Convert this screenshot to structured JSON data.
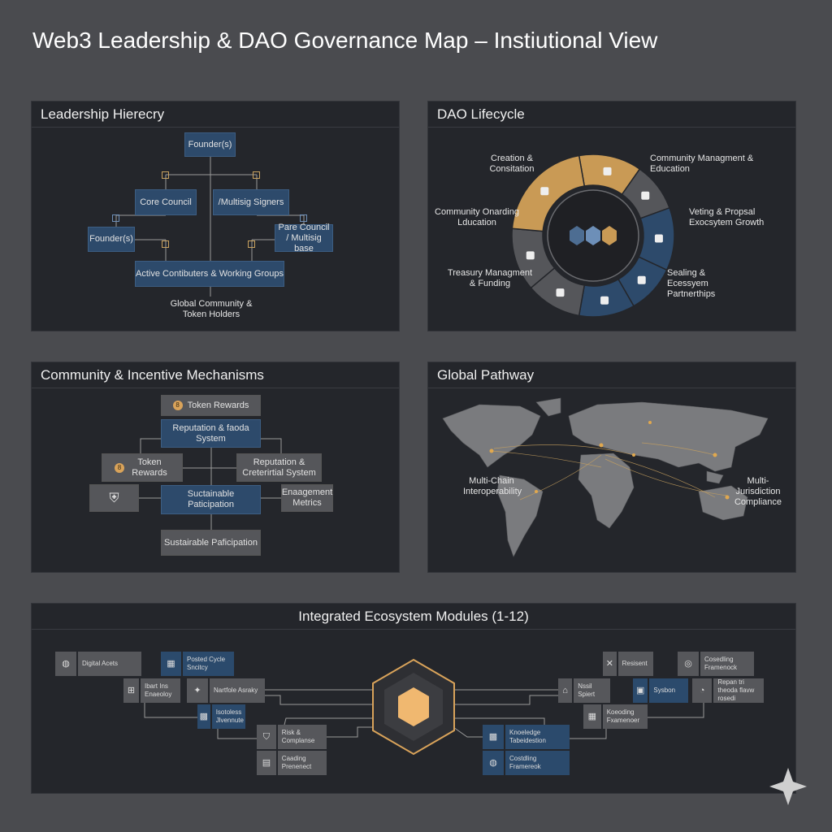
{
  "title": "Web3 Leadership & DAO Governance Map – Instiutional View",
  "leadership": {
    "title": "Leadership Hierecry",
    "founder_top": "Founder(s)",
    "core_council": "Core Council",
    "multisig": "/Multisig Signers",
    "founder_left": "Founder(s)",
    "pare_council": "Pare Council / Multisig base",
    "active": "Active Contibuters & Working Groups",
    "global": "Global Community & Token Holders"
  },
  "lifecycle": {
    "title": "DAO Lifecycle",
    "labels": [
      "Creation & Consitation",
      "Community Managment & Education",
      "Community Onarding Lducation",
      "Veting & Propsal Exocsytem Growth",
      "Treasury Managment & Funding",
      "Sealing & Ecessyem Partnerthips"
    ]
  },
  "incentives": {
    "title": "Community & Incentive Mechanisms",
    "token_rewards_top": "Token Rewards",
    "reputation_top": "Reputation & faoda System",
    "token_rewards_left": "Token Rewards",
    "reputation_right": "Reputation & Creterirtial System",
    "sustainable_mid": "Suctainable Paticipation",
    "engagement": "Enaagement Metrics",
    "sustainable_bottom": "Sustairable Paficipation",
    "coin_symbol": "8"
  },
  "pathway": {
    "title": "Global Pathway",
    "left_label": "Multi-Chain Interoperability",
    "right_label": "Multi-Jurisdiction Compliance"
  },
  "modules": {
    "title": "Integrated Ecosystem Modules (1-12)",
    "items": [
      "Digital Acets",
      "Posted Cycle Sncitcy",
      "Ibart Ins Enaeoloy",
      "Nartfole Asraky",
      "Isotoless Jlvennute",
      "Risk & Complanse",
      "Caading Prenenect",
      "Resisent",
      "Cosedling Framenock",
      "Nssil Spiert",
      "Sysbon",
      "Repan tri theoda flavw rosedi",
      "Koeoding Fxamenoer",
      "Knoeledge Tabeidestion",
      "Costdling Framereok"
    ]
  },
  "colors": {
    "gold": "#c99a55",
    "blue": "#2d4a6b",
    "gray": "#55565a"
  }
}
